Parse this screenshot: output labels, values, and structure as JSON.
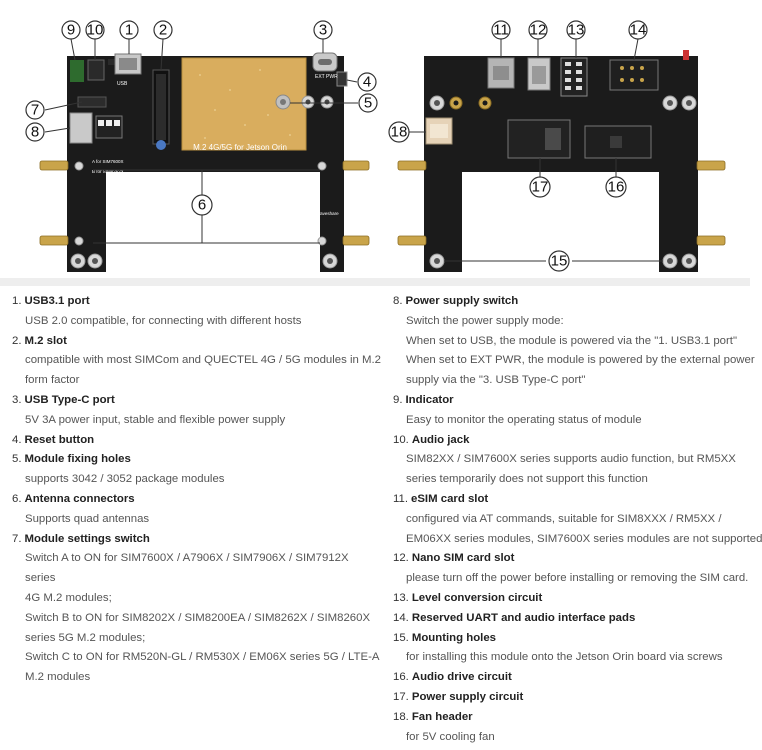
{
  "board": {
    "label": "M.2 4G/5G for Jetson Orin",
    "brand": "Waveshare",
    "silk_usb": "USB",
    "silk_ext": "EXT PWR",
    "silk_a": "A for SIM7600X",
    "silk_b": "B for SIM8262X",
    "colors": {
      "pcb": "#1b1b1b",
      "module": "#d9ad5e",
      "gold": "#c9a44a",
      "callout": "#333333"
    }
  },
  "callouts": [
    "1",
    "2",
    "3",
    "4",
    "5",
    "6",
    "7",
    "8",
    "9",
    "10",
    "11",
    "12",
    "13",
    "14",
    "15",
    "16",
    "17",
    "18"
  ],
  "left_items": [
    {
      "num": "1.",
      "title": "USB3.1 port",
      "desc": [
        "USB 2.0 compatible, for connecting with different hosts"
      ]
    },
    {
      "num": "2.",
      "title": "M.2 slot",
      "desc": [
        "compatible with most SIMCom and QUECTEL 4G / 5G modules in M.2",
        "form factor"
      ]
    },
    {
      "num": "3.",
      "title": "USB Type-C port",
      "desc": [
        "5V 3A power input, stable and flexible power supply"
      ]
    },
    {
      "num": "4.",
      "title": "Reset button",
      "desc": []
    },
    {
      "num": "5.",
      "title": "Module fixing holes",
      "desc": [
        "supports 3042 / 3052 package modules"
      ]
    },
    {
      "num": "6.",
      "title": "Antenna connectors",
      "desc": [
        "Supports quad antennas"
      ]
    },
    {
      "num": "7.",
      "title": "Module settings switch",
      "desc": [
        "Switch A to ON for SIM7600X / A7906X / SIM7906X / SIM7912X series",
        "4G M.2 modules;",
        "Switch B to ON for SIM8202X / SIM8200EA / SIM8262X / SIM8260X",
        "series 5G M.2 modules;",
        "Switch C to ON for RM520N-GL / RM530X / EM06X series 5G / LTE-A",
        "M.2 modules"
      ]
    }
  ],
  "right_items": [
    {
      "num": "8.",
      "title": "Power supply switch",
      "desc": [
        "Switch the power supply mode:",
        "When set to USB, the module is powered via the \"1. USB3.1 port\"",
        "When set to EXT PWR, the module is powered by the external power",
        "supply via the \"3. USB Type-C port\""
      ]
    },
    {
      "num": "9.",
      "title": "Indicator",
      "desc": [
        "Easy to monitor the operating status of module"
      ]
    },
    {
      "num": "10.",
      "title": "Audio jack",
      "desc": [
        "SIM82XX / SIM7600X series supports audio function, but RM5XX",
        "series temporarily does not support this function"
      ]
    },
    {
      "num": "11.",
      "title": "eSIM card slot",
      "desc": [
        "configured via AT commands, suitable for SIM8XXX / RM5XX /",
        "EM06XX series modules, SIM7600X series modules are not supported"
      ]
    },
    {
      "num": "12.",
      "title": "Nano SIM card slot",
      "desc": [
        "please turn off the power before installing or removing the SIM card."
      ]
    },
    {
      "num": "13.",
      "title": "Level conversion circuit",
      "desc": []
    },
    {
      "num": "14.",
      "title": "Reserved UART and audio interface pads",
      "desc": []
    },
    {
      "num": "15.",
      "title": "Mounting holes",
      "desc": [
        "for installing this module onto the Jetson Orin board via screws"
      ]
    },
    {
      "num": "16.",
      "title": "Audio drive circuit",
      "desc": []
    },
    {
      "num": "17.",
      "title": "Power supply circuit",
      "desc": []
    },
    {
      "num": "18.",
      "title": "Fan header",
      "desc": [
        "for 5V cooling fan"
      ]
    }
  ]
}
